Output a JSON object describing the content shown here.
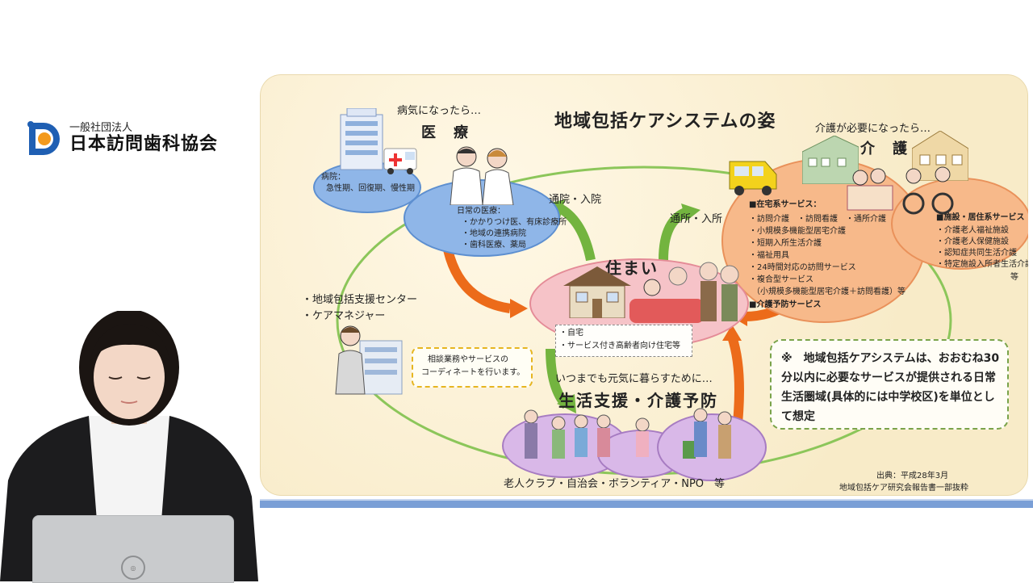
{
  "org": {
    "sub": "一般社団法人",
    "name": "日本訪問歯科協会",
    "colors": {
      "mark_blue": "#1f5fb3",
      "mark_orange": "#f39a1e"
    }
  },
  "slide": {
    "title": "地域包括ケアシステムの姿",
    "medical": {
      "heading_pre": "病気になったら…",
      "heading": "医　療",
      "hospital_lines": [
        "病院：",
        "急性期、回復期、慢性期"
      ],
      "daily_lines": [
        "日常の医療：",
        "・かかりつけ医、有床診療所",
        "・地域の連携病院",
        "・歯科医療、薬局"
      ]
    },
    "arrow_hospital": "通院・入院",
    "arrow_daycare": "通所・入所",
    "care": {
      "heading_pre": "介護が必要になったら…",
      "heading": "介　護",
      "home_services": [
        "■在宅系サービス：",
        "・訪問介護　・訪問看護　・通所介護",
        "・小規模多機能型居宅介護",
        "・短期入所生活介護",
        "・福祉用具",
        "・24時間対応の訪問サービス",
        "・複合型サービス",
        "（小規模多機能型居宅介護＋訪問看護）等",
        "■介護予防サービス"
      ],
      "facility_services": [
        "■施設・居住系サービス",
        "・介護老人福祉施設",
        "・介護老人保健施設",
        "・認知症共同生活介護",
        "・特定施設入所者生活介護",
        "等"
      ]
    },
    "home": {
      "label": "住まい",
      "items": [
        "・自宅",
        "・サービス付き高齢者向け住宅等"
      ]
    },
    "support_center": [
      "・地域包括支援センター",
      "・ケアマネジャー"
    ],
    "coordinate_note": [
      "相談業務やサービスの",
      "コーディネートを行います。"
    ],
    "life_support": {
      "pre": "いつまでも元気に暮らすために…",
      "heading": "生活支援・介護予防",
      "bottom": "老人クラブ・自治会・ボランティア・NPO　等"
    },
    "note": "※　地域包括ケアシステムは、おおむね30分以内に必要なサービスが提供される日常生活圏域(具体的には中学校区)を単位として想定",
    "source_lines": [
      "出典：平成28年3月",
      "地域包括ケア研究会報告書一部抜粋"
    ],
    "colors": {
      "ring": "#8cc65a",
      "arrow_orange": "#ec6b1a",
      "arrow_green": "#73b43f",
      "medical_blue": "#8fb6e8",
      "care_orange": "#f7b98a",
      "home_pink": "#f6c3c8",
      "support_purple": "#d9b8e8"
    }
  }
}
